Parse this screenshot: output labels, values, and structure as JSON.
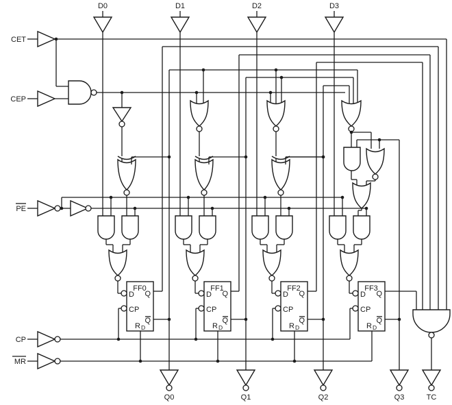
{
  "diagram": {
    "top_inputs": [
      "D0",
      "D1",
      "D2",
      "D3"
    ],
    "left_inputs": [
      "CET",
      "CEP",
      "PE",
      "CP",
      "MR"
    ],
    "bottom_outputs": [
      "Q0",
      "Q1",
      "Q2",
      "Q3",
      "TC"
    ],
    "flipflops": [
      "FF0",
      "FF1",
      "FF2",
      "FF3"
    ],
    "pins": {
      "d": "D",
      "cp": "CP",
      "q": "Q",
      "qbar": "Q",
      "r": "R",
      "r_sub": "D"
    }
  },
  "colors": {
    "line": "#1b1b1b",
    "background": "#ffffff"
  }
}
